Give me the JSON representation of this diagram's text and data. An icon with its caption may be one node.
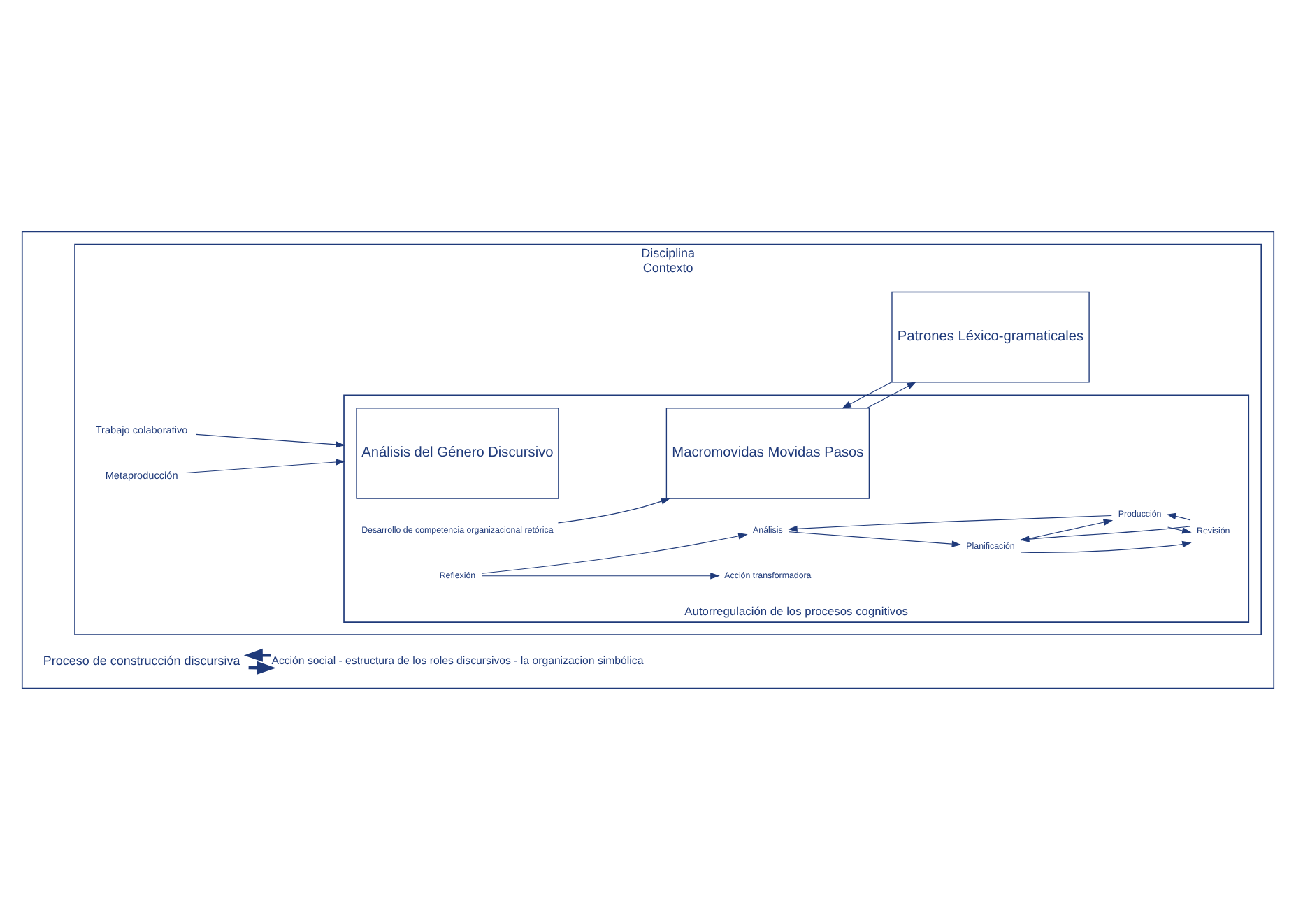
{
  "diagram": {
    "nodes": [
      {
        "text": [],
        "shape": "box"
      },
      {
        "text": [
          "Proceso de construcción discursiva"
        ],
        "in": 0
      },
      {
        "text": [
          "Disciplina",
          "Contexto"
        ],
        "in": 0
      },
      {
        "text": [
          "Trabajo colaborativo"
        ],
        "in": 2
      },
      {
        "text": [
          "Autorregulación de los procesos cognitivos"
        ],
        "in": 2
      },
      {
        "text": [
          "Análisis del Género Discursivo"
        ],
        "in": 4
      },
      {
        "text": [
          "Desarrollo de competencia organizacional retórica"
        ],
        "in": 4
      },
      {
        "text": [
          "Macromovidas Movidas Pasos"
        ],
        "in": 4
      },
      {
        "text": [
          "Reflexión"
        ],
        "in": 4
      },
      {
        "text": [
          "Análisis"
        ],
        "in": 4
      },
      {
        "text": [
          "Planificación"
        ],
        "in": 4
      },
      {
        "text": [
          "Producción"
        ],
        "in": 4
      },
      {
        "text": [
          "Revisión"
        ],
        "in": 4
      },
      {
        "text": [
          "Acción transformadora"
        ],
        "in": 4
      },
      {
        "text": [
          "Patrones Léxico-gramaticales"
        ],
        "in": 2
      },
      {
        "text": [
          "Metaproducción"
        ],
        "in": 2
      },
      {
        "text": [
          "Acción social - estructura de los roles discursivos - la organizacion simbólica"
        ],
        "in": 0
      }
    ],
    "edges": [
      {
        "from": 1,
        "to": 16,
        "arrow": "to",
        "style": "thick"
      },
      {
        "from": 16,
        "to": 1,
        "arrow": "to",
        "style": "thick"
      },
      {
        "from": 3,
        "to": 4,
        "arrow": "to"
      },
      {
        "from": 6,
        "to": 7,
        "arrow": "to"
      },
      {
        "from": 7,
        "to": 14,
        "arrow": "to"
      },
      {
        "from": 14,
        "to": 7,
        "arrow": "to"
      },
      {
        "from": 8,
        "to": 9,
        "arrow": "to"
      },
      {
        "from": 8,
        "to": 13,
        "arrow": "to"
      },
      {
        "from": 9,
        "to": 10,
        "arrow": "to"
      },
      {
        "from": 10,
        "to": 11,
        "arrow": "to"
      },
      {
        "from": 10,
        "to": 12,
        "arrow": "to"
      },
      {
        "from": 11,
        "to": 12,
        "arrow": "to"
      },
      {
        "from": 11,
        "to": 9,
        "arrow": "to"
      },
      {
        "from": 12,
        "to": 10,
        "arrow": "to"
      },
      {
        "from": 12,
        "to": 11,
        "arrow": "to"
      },
      {
        "from": 15,
        "to": 4,
        "arrow": "to"
      }
    ]
  }
}
